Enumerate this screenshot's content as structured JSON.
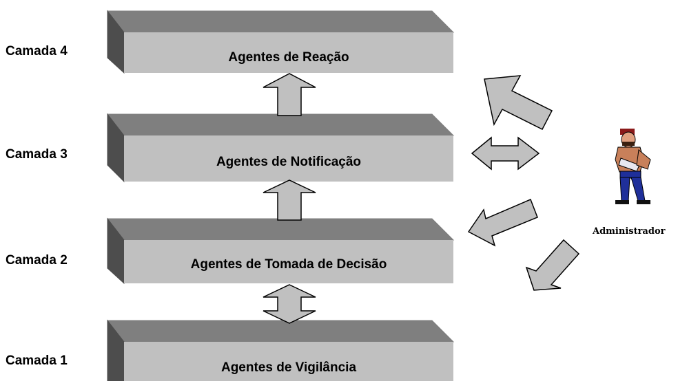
{
  "layers": [
    {
      "label": "Camada 4",
      "agent": "Agentes de Reação"
    },
    {
      "label": "Camada 3",
      "agent": "Agentes de Notificação"
    },
    {
      "label": "Camada 2",
      "agent": "Agentes de Tomada de Decisão"
    },
    {
      "label": "Camada 1",
      "agent": "Agentes de Vigilância"
    }
  ],
  "actor": {
    "label": "Administrador",
    "icon": "administrator-person-icon"
  },
  "colors": {
    "box_front": "#c0c0c0",
    "box_top": "#7f7f7f",
    "box_side": "#4d4d4d",
    "arrow_fill": "#c0c0c0",
    "stroke": "#000000"
  }
}
